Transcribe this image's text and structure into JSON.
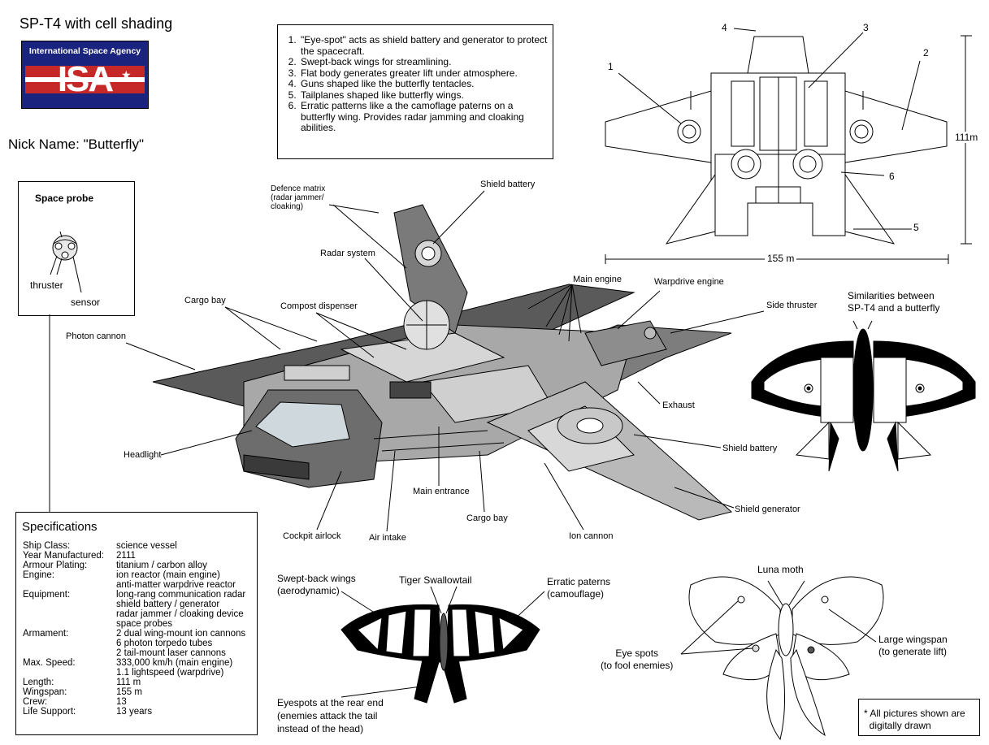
{
  "title": "SP-T4 with cell shading",
  "logo": {
    "agency": "International Space Agency",
    "letters": "ISA"
  },
  "nickname": "Nick Name: \"Butterfly\"",
  "notes": [
    "\"Eye-spot\" acts as shield battery and generator to protect the spacecraft.",
    "Swept-back wings for streamlining.",
    "Flat body generates greater lift under atmosphere.",
    "Guns shaped like the butterfly tentacles.",
    "Tailplanes shaped like butterfly wings.",
    "Erratic patterns like a the camoflage paterns on a butterfly wing. Provides radar jamming and cloaking abilities."
  ],
  "probe": {
    "title": "Space probe",
    "thruster": "thruster",
    "sensor": "sensor"
  },
  "specs": {
    "title": "Specifications",
    "rows": [
      {
        "k": "Ship Class:",
        "v": [
          "science vessel"
        ]
      },
      {
        "k": "Year Manufactured:",
        "v": [
          "2111"
        ]
      },
      {
        "k": "Armour Plating:",
        "v": [
          "titanium / carbon alloy"
        ]
      },
      {
        "k": "Engine:",
        "v": [
          "ion reactor (main engine)",
          "anti-matter warpdrive reactor"
        ]
      },
      {
        "k": "Equipment:",
        "v": [
          "long-rang communication radar",
          "shield battery / generator",
          "radar jammer / cloaking device",
          "space probes"
        ]
      },
      {
        "k": "Armament:",
        "v": [
          "2 dual wing-mount ion cannons",
          "6 photon torpedo tubes",
          "2 tail-mount laser cannons"
        ]
      },
      {
        "k": "Max. Speed:",
        "v": [
          "333,000 km/h (main engine)",
          "1.1 lightspeed (warpdrive)"
        ]
      },
      {
        "k": "Length:",
        "v": [
          "111 m"
        ]
      },
      {
        "k": "Wingspan:",
        "v": [
          "155 m"
        ]
      },
      {
        "k": "Crew:",
        "v": [
          "13"
        ]
      },
      {
        "k": "Life Support:",
        "v": [
          "13 years"
        ]
      }
    ]
  },
  "topview": {
    "n1": "1",
    "n2": "2",
    "n3": "3",
    "n4": "4",
    "n5": "5",
    "n6": "6",
    "height": "111m",
    "width": "155 m"
  },
  "ship_labels": {
    "defence": "Defence matrix\n(radar jammer/\ncloaking)",
    "shield_battery_top": "Shield battery",
    "radar": "Radar system",
    "main_engine": "Main engine",
    "warpdrive": "Warpdrive engine",
    "side_thruster": "Side thruster",
    "cargo_bay_top": "Cargo bay",
    "compost": "Compost dispenser",
    "photon": "Photon cannon",
    "exhaust": "Exhaust",
    "headlight": "Headlight",
    "shield_battery_right": "Shield battery",
    "main_entrance": "Main entrance",
    "cargo_bay_bottom": "Cargo bay",
    "shield_generator": "Shield generator",
    "cockpit_airlock": "Cockpit airlock",
    "air_intake": "Air intake",
    "ion_cannon": "Ion cannon"
  },
  "similar": {
    "caption": "Similarities between\nSP-T4 and a butterfly"
  },
  "swallowtail": {
    "name": "Tiger Swallowtail",
    "swept": "Swept-back wings\n(aerodynamic)",
    "erratic": "Erratic paterns\n(camouflage)",
    "eyespots": "Eyespots at the rear end\n(enemies attack the tail\ninstead of the head)"
  },
  "luna": {
    "name": "Luna moth",
    "eye": "Eye spots\n(to fool enemies)",
    "large": "Large wingspan\n(to generate lift)"
  },
  "footnote": "* All pictures shown are\n  digitally drawn",
  "colors": {
    "logo_blue": "#1a237e",
    "logo_red": "#c62828",
    "ship_gray": "#9e9e9e",
    "ship_light": "#d0d0d0",
    "ship_dark": "#4a4a4a"
  }
}
